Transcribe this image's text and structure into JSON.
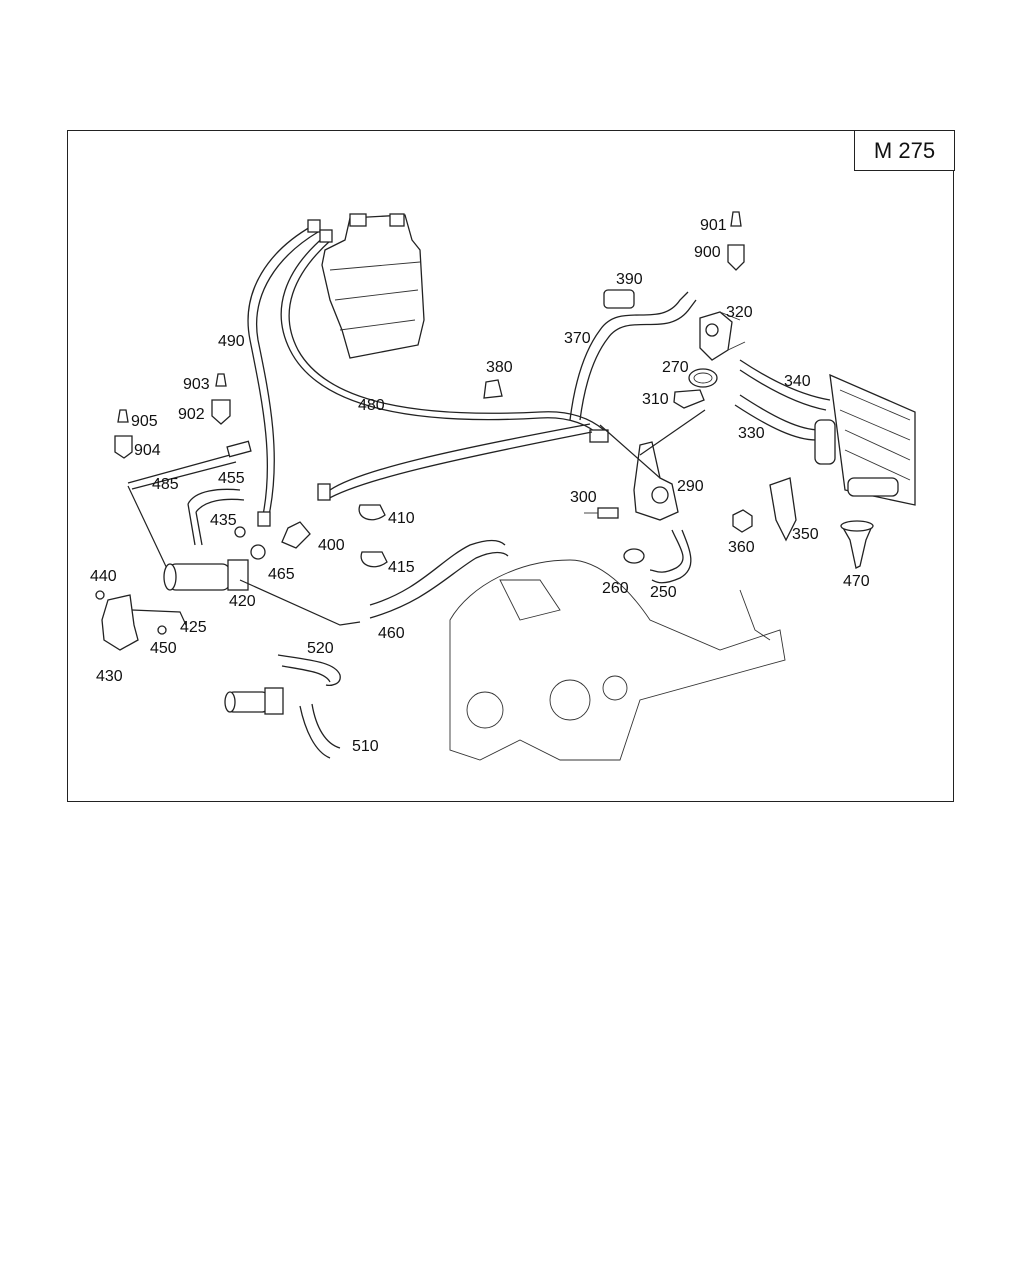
{
  "diagram": {
    "model_code": "M 275",
    "callouts": [
      {
        "id": "c901",
        "text": "901"
      },
      {
        "id": "c900",
        "text": "900"
      },
      {
        "id": "c390",
        "text": "390"
      },
      {
        "id": "c320",
        "text": "320"
      },
      {
        "id": "c370",
        "text": "370"
      },
      {
        "id": "c270",
        "text": "270"
      },
      {
        "id": "c380",
        "text": "380"
      },
      {
        "id": "c340",
        "text": "340"
      },
      {
        "id": "c310",
        "text": "310"
      },
      {
        "id": "c330",
        "text": "330"
      },
      {
        "id": "c490",
        "text": "490"
      },
      {
        "id": "c480",
        "text": "480"
      },
      {
        "id": "c903",
        "text": "903"
      },
      {
        "id": "c902",
        "text": "902"
      },
      {
        "id": "c905",
        "text": "905"
      },
      {
        "id": "c904",
        "text": "904"
      },
      {
        "id": "c455",
        "text": "455"
      },
      {
        "id": "c485",
        "text": "485"
      },
      {
        "id": "c435",
        "text": "435"
      },
      {
        "id": "c410",
        "text": "410"
      },
      {
        "id": "c400",
        "text": "400"
      },
      {
        "id": "c290",
        "text": "290"
      },
      {
        "id": "c300",
        "text": "300"
      },
      {
        "id": "c350",
        "text": "350"
      },
      {
        "id": "c360",
        "text": "360"
      },
      {
        "id": "c470",
        "text": "470"
      },
      {
        "id": "c415",
        "text": "415"
      },
      {
        "id": "c465",
        "text": "465"
      },
      {
        "id": "c440",
        "text": "440"
      },
      {
        "id": "c420",
        "text": "420"
      },
      {
        "id": "c260",
        "text": "260"
      },
      {
        "id": "c250",
        "text": "250"
      },
      {
        "id": "c425",
        "text": "425"
      },
      {
        "id": "c460",
        "text": "460"
      },
      {
        "id": "c450",
        "text": "450"
      },
      {
        "id": "c520",
        "text": "520"
      },
      {
        "id": "c430",
        "text": "430"
      },
      {
        "id": "c510",
        "text": "510"
      }
    ]
  }
}
